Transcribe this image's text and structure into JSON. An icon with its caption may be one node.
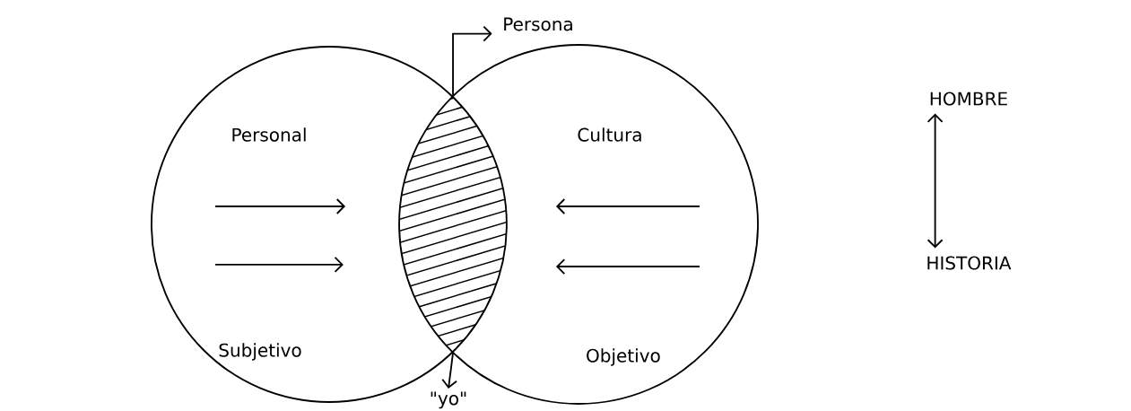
{
  "diagram": {
    "nodes": [
      {
        "text": [
          "Personal",
          "Subjetivo"
        ]
      },
      {
        "text": [
          "Cultura",
          "Objetivo"
        ]
      },
      {
        "text": [],
        "shape": "lens"
      },
      {
        "text": [
          "Persona"
        ]
      },
      {
        "text": [
          "\"yo\""
        ]
      },
      {
        "text": [
          "HOMBRE"
        ]
      },
      {
        "text": [
          "HISTORIA"
        ]
      }
    ],
    "edges": [
      {
        "from": 2,
        "to": 3,
        "arrow": "to"
      },
      {
        "from": 2,
        "to": 4,
        "arrow": "to"
      },
      {
        "from": 5,
        "to": 6,
        "arrow": "both"
      }
    ]
  }
}
